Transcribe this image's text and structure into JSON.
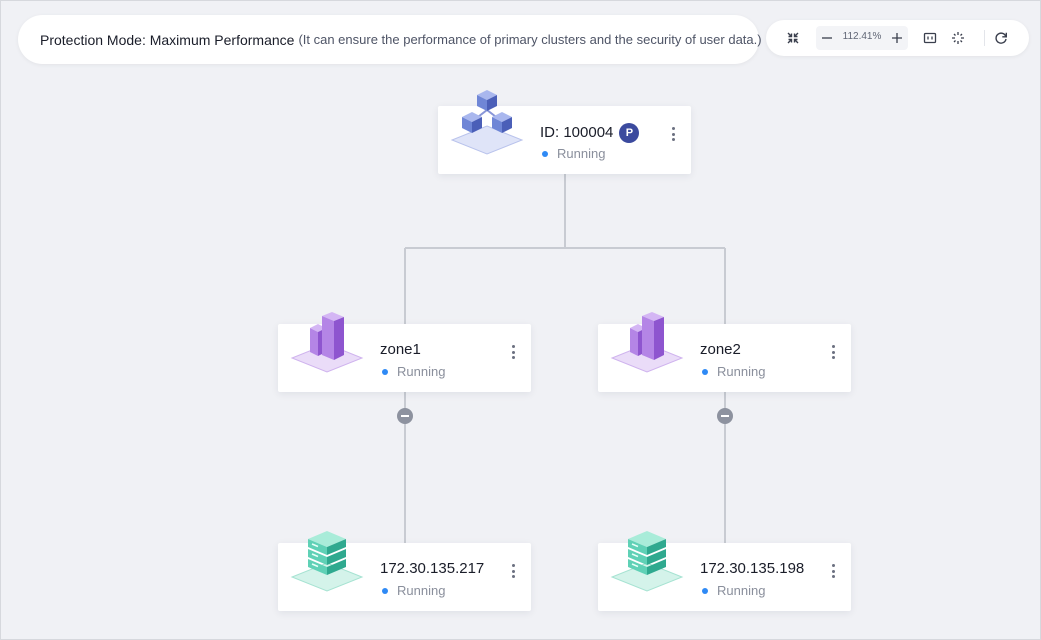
{
  "protection": {
    "main": "Protection Mode: Maximum Performance",
    "hint": "(It can ensure the performance of primary clusters and the security of user data.)"
  },
  "toolbar": {
    "zoom": "112.41%",
    "icons": [
      "collapse-arrows-icon",
      "minus-icon",
      "plus-icon",
      "fit-view-icon",
      "center-icon",
      "refresh-icon"
    ]
  },
  "cluster": {
    "id_label": "ID: 100004",
    "badge": "P",
    "status": "Running"
  },
  "zones": [
    {
      "label": "zone1",
      "status": "Running"
    },
    {
      "label": "zone2",
      "status": "Running"
    }
  ],
  "servers": [
    {
      "label": "172.30.135.217",
      "status": "Running"
    },
    {
      "label": "172.30.135.198",
      "status": "Running"
    }
  ],
  "colors": {
    "status_dot": "#2f8af5",
    "badge": "#3b4a9e",
    "cluster_icon": "#6f86d6",
    "zone_icon": "#9b5fd1",
    "server_icon": "#3fc2a8"
  }
}
